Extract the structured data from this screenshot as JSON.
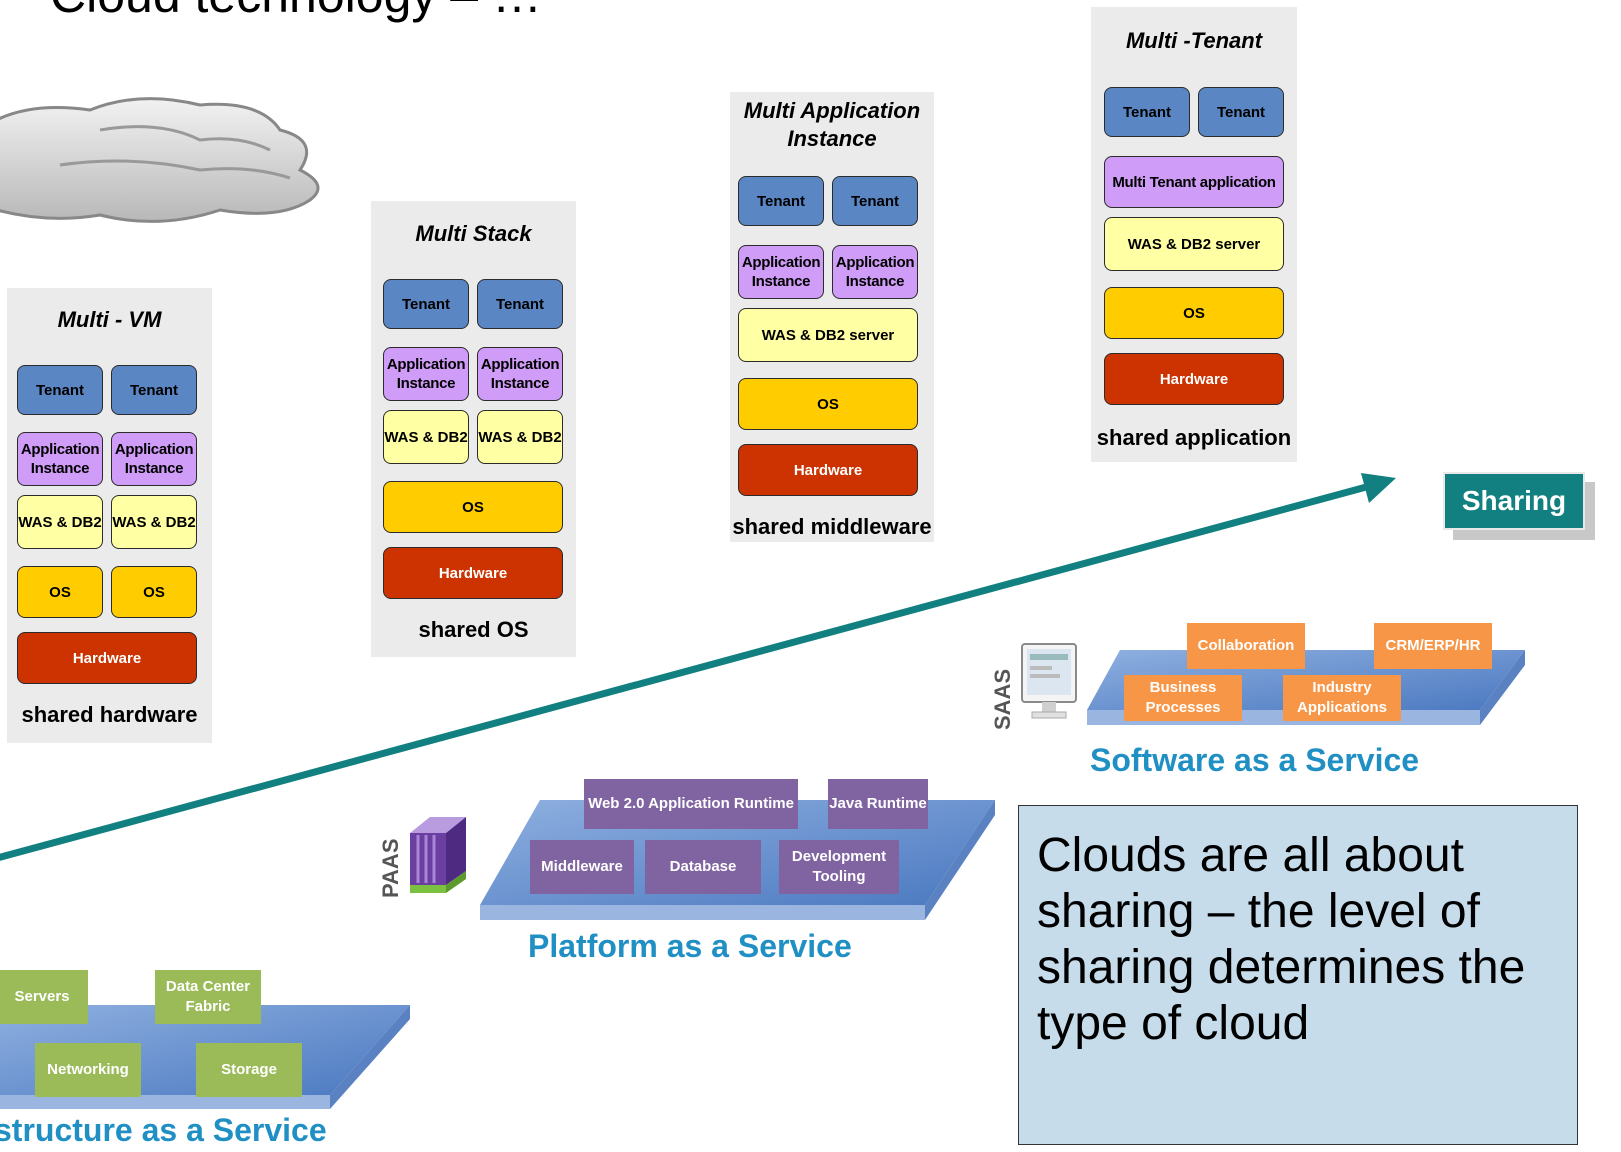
{
  "page_title": "Cloud technology – …",
  "panels": {
    "vm": {
      "title": "Multi - VM",
      "tenant": "Tenant",
      "app": "Application Instance",
      "was": "WAS & DB2",
      "os": "OS",
      "hardware": "Hardware",
      "footer": "shared hardware"
    },
    "stack": {
      "title": "Multi Stack",
      "tenant": "Tenant",
      "app": "Application Instance",
      "was": "WAS & DB2",
      "os": "OS",
      "hardware": "Hardware",
      "footer": "shared OS"
    },
    "app_instance": {
      "title": "Multi Application Instance",
      "tenant": "Tenant",
      "app": "Application Instance",
      "was": "WAS & DB2 server",
      "os": "OS",
      "hardware": "Hardware",
      "footer": "shared middleware"
    },
    "tenant": {
      "title": "Multi -Tenant",
      "tenant": "Tenant",
      "app": "Multi Tenant application",
      "was": "WAS & DB2 server",
      "os": "OS",
      "hardware": "Hardware",
      "footer": "shared application"
    }
  },
  "sharing_label": "Sharing",
  "saas": {
    "vertical_label": "SAAS",
    "tiles": [
      "Collaboration",
      "CRM/ERP/HR",
      "Business Processes",
      "Industry Applications"
    ],
    "caption": "Software as a Service"
  },
  "paas": {
    "vertical_label": "PAAS",
    "tiles": [
      "Web 2.0 Application Runtime",
      "Java Runtime",
      "Middleware",
      "Database",
      "Development Tooling"
    ],
    "caption": "Platform as a Service"
  },
  "iaas": {
    "tiles": [
      "Servers",
      "Data Center Fabric",
      "Networking",
      "Storage"
    ],
    "caption": "structure as a Service"
  },
  "note_text": "Clouds are all about sharing – the level of sharing determines the type of cloud",
  "colors": {
    "tenant": "#5b86c4",
    "application": "#cf9cf7",
    "was_db2": "#ffffa3",
    "os": "#ffcc00",
    "hardware": "#cc3300",
    "arrow": "#128080",
    "service_caption": "#1f8fc4"
  }
}
